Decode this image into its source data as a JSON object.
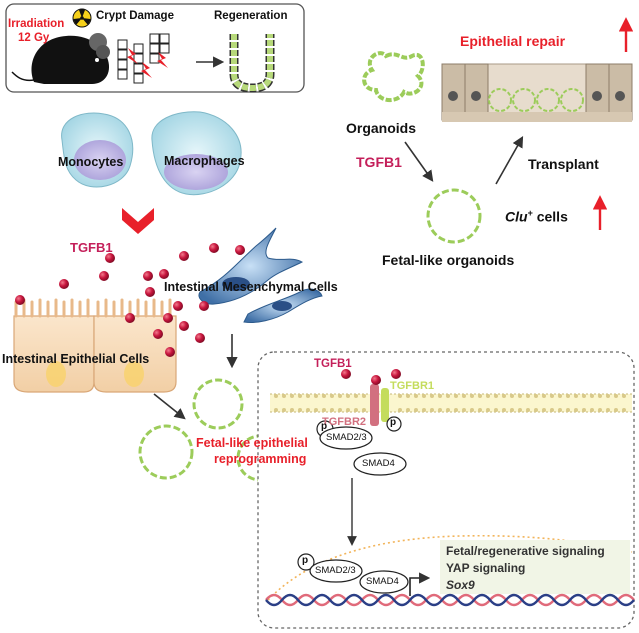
{
  "irradiation": {
    "line1": "Irradiation",
    "line2": "12 Gy",
    "crypt_damage": "Crypt Damage",
    "regeneration": "Regeneration"
  },
  "immune": {
    "monocytes": "Monocytes",
    "macrophages": "Macrophages",
    "tgfb1": "TGFB1"
  },
  "cells": {
    "mesenchymal": "Intestinal Mesenchymal Cells",
    "epithelial": "Intestinal Epithelial Cells"
  },
  "reprogramming": {
    "line1": "Fetal-like epithelial",
    "line2": "reprogramming"
  },
  "organoid_panel": {
    "organoids": "Organoids",
    "tgfb1": "TGFB1",
    "fetal_like": "Fetal-like organoids",
    "transplant": "Transplant",
    "epithelial_repair": "Epithelial repair",
    "clu_base": "Clu",
    "clu_sup": "+",
    "clu_cells": "cells"
  },
  "signaling": {
    "tgfb1": "TGFB1",
    "tgfbr1": "TGFBR1",
    "tgfbr2": "TGFBR2",
    "p": "p",
    "smad23": "SMAD2/3",
    "smad4": "SMAD4",
    "outputs": [
      "Fetal/regenerative signaling",
      "YAP signaling",
      "Sox9"
    ]
  },
  "colors": {
    "red": "#e8202a",
    "magenta": "#c41f5a",
    "dot": "#b0143a",
    "green": "#8cc63f",
    "cream": "#f6dcb8"
  }
}
